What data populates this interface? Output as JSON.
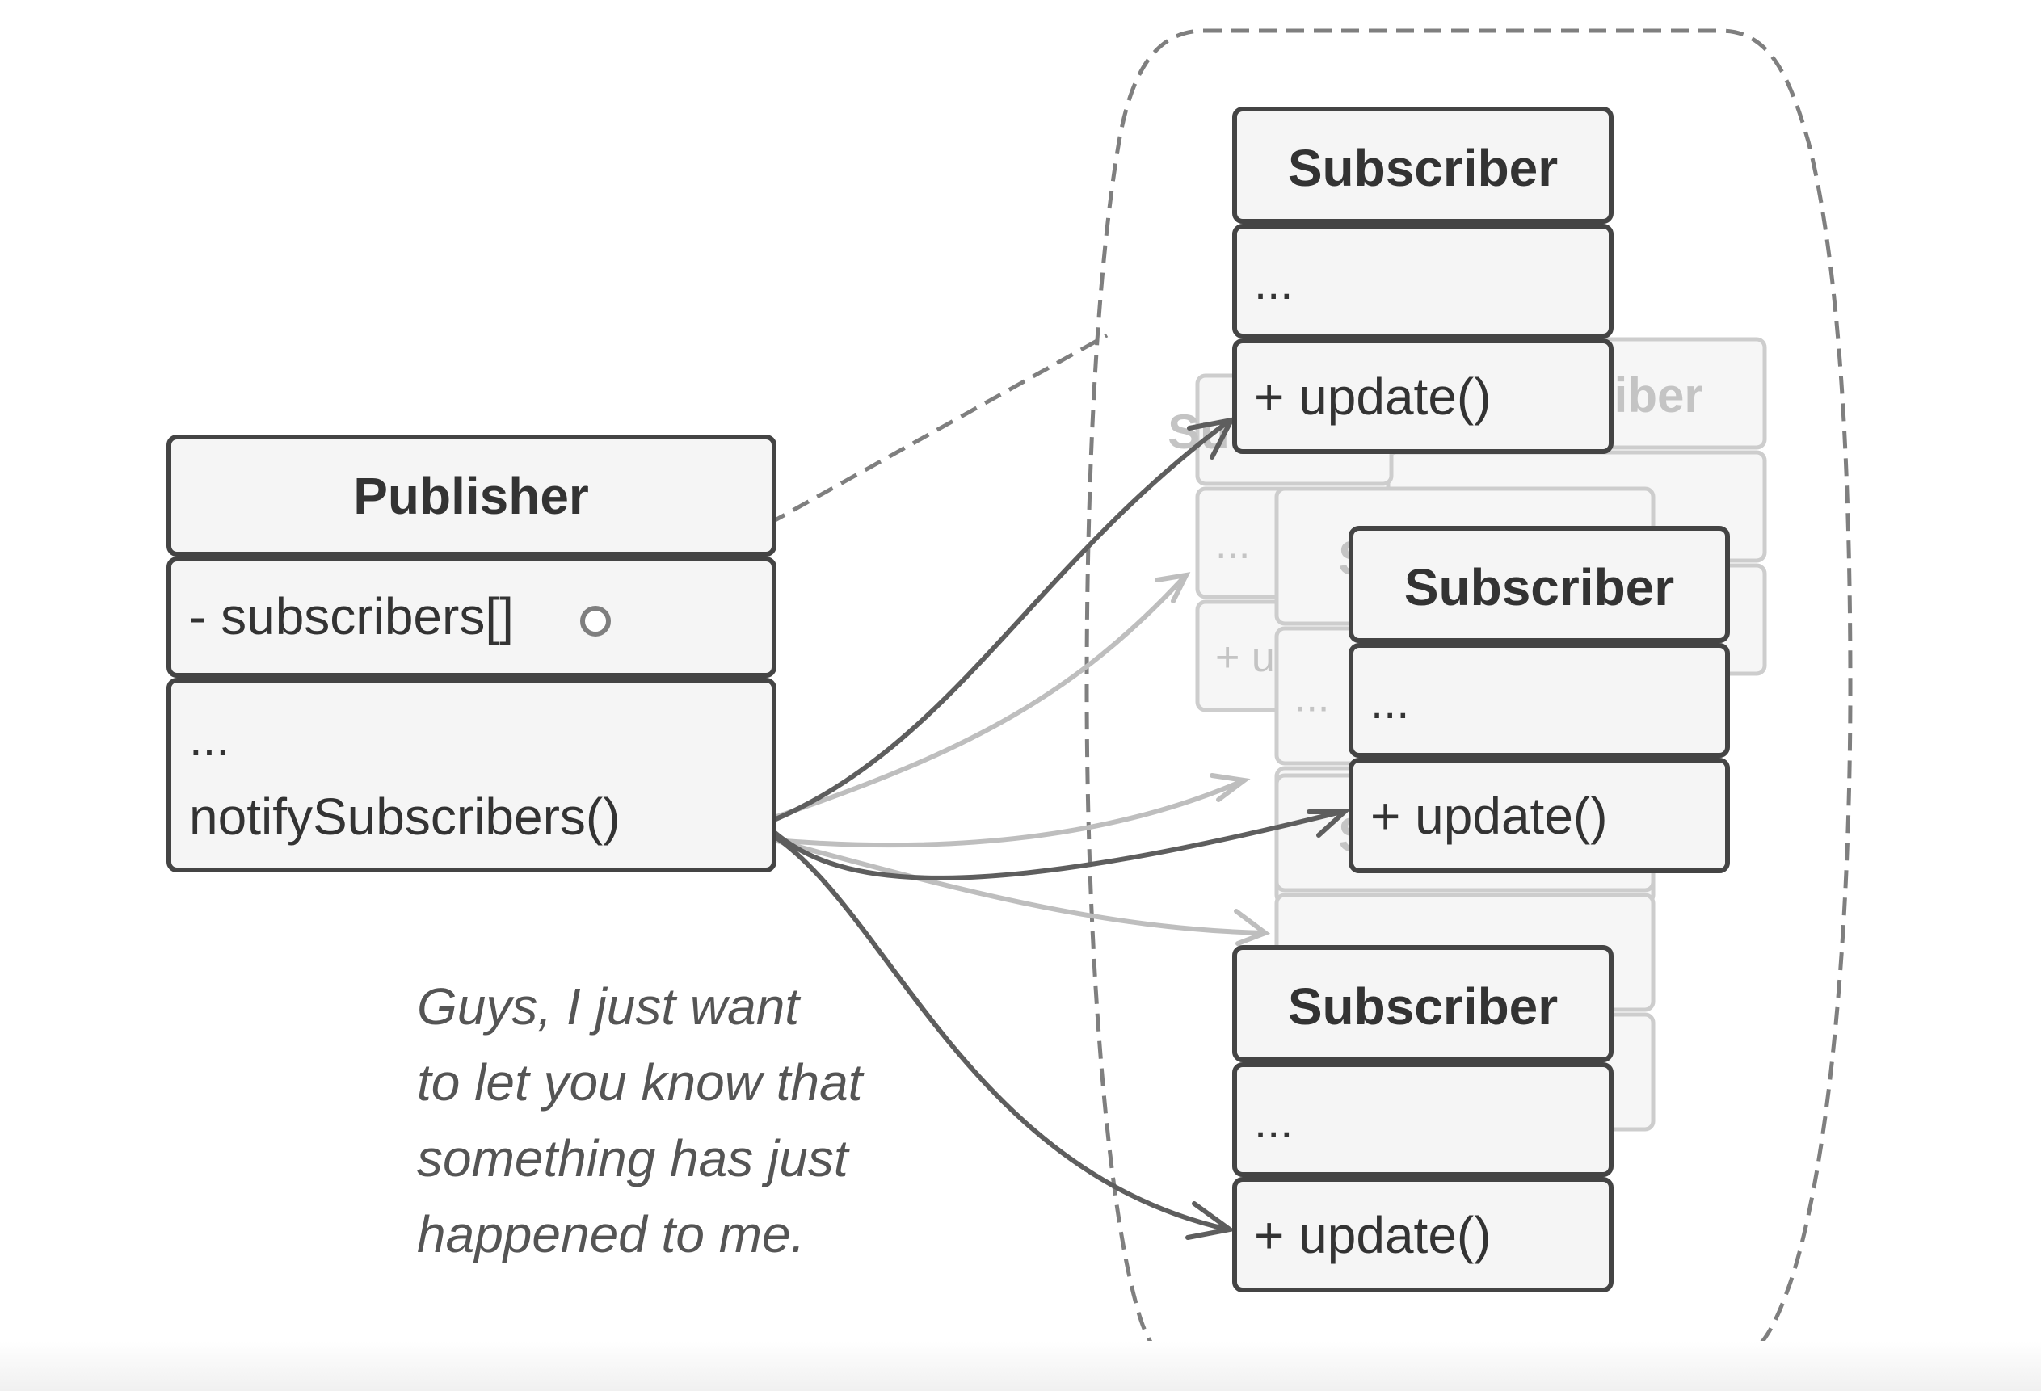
{
  "publisher": {
    "title": "Publisher",
    "field": "- subscribers[]",
    "methods_dots": "...",
    "method": "notifySubscribers()"
  },
  "subscribers": [
    {
      "title": "Subscriber",
      "field": "...",
      "method": "+ update()"
    },
    {
      "title": "Subscriber",
      "field": "...",
      "method": "+ update()"
    },
    {
      "title": "Subscriber",
      "field": "...",
      "method": "+ update()"
    }
  ],
  "ghost_subscribers": [
    {
      "title": "Subscriber",
      "field": "...",
      "method": "+ update()"
    },
    {
      "title": "Subscriber",
      "field": "...",
      "method": "+ update()"
    },
    {
      "title": "Subscriber",
      "field": "...",
      "method": "+ update()"
    },
    {
      "title": "Subscriber",
      "field": "...",
      "method": "+ update()"
    }
  ],
  "note": {
    "lines": [
      "Guys, I just want",
      "to let you know that",
      "something has just",
      "happened to me."
    ]
  },
  "colors": {
    "box_fill": "#f5f5f5",
    "box_stroke": "#444444",
    "text": "#333333",
    "ghost_stroke": "#cdcdcd",
    "ghost_text": "#c4c4c4",
    "arrow_dark": "#5e5e5e",
    "arrow_light": "#bebebe",
    "dash": "#7f7f7f"
  }
}
